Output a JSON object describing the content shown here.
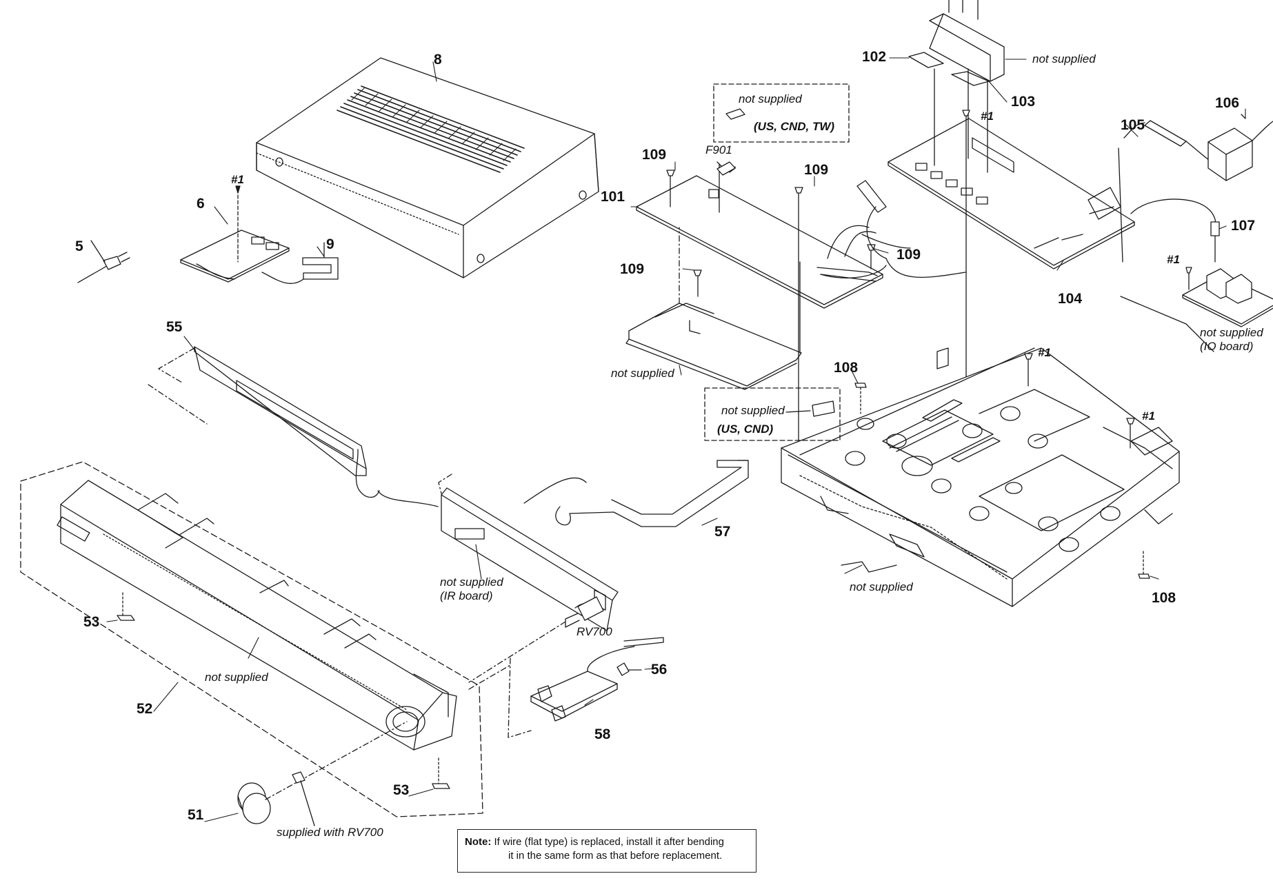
{
  "labels": {
    "p8": "8",
    "p6": "6",
    "p5": "5",
    "p9": "9",
    "p55": "55",
    "p52": "52",
    "p51": "51",
    "p53a": "53",
    "p53b": "53",
    "p56": "56",
    "p57": "57",
    "p58": "58",
    "p101": "101",
    "p102": "102",
    "p103": "103",
    "p104": "104",
    "p105": "105",
    "p106": "106",
    "p107": "107",
    "p108a": "108",
    "p108b": "108",
    "p109a": "109",
    "p109b": "109",
    "p109c": "109",
    "p109d": "109",
    "h1a": "#1",
    "h1b": "#1",
    "h1c": "#1",
    "h1d": "#1",
    "h1e": "#1",
    "f901": "F901",
    "rv700": "RV700",
    "ns_top": "not supplied",
    "ns_fuse": "not supplied",
    "us_cnd_tw": "(US, CND, TW)",
    "ns_shield": "not supplied",
    "ns_label": "not supplied",
    "us_cnd": "(US, CND)",
    "ns_io": "not supplied",
    "io_board": "(IO board)",
    "ns_ir": "not supplied",
    "ir_board": "(IR board)",
    "ns_front": "not supplied",
    "ns_chassis": "not supplied",
    "supplied_rv700": "supplied with RV700"
  },
  "note": {
    "prefix": "Note:",
    "line1": "If wire (flat type) is replaced, install it after bending",
    "line2": "it in the same form as that before replacement."
  }
}
